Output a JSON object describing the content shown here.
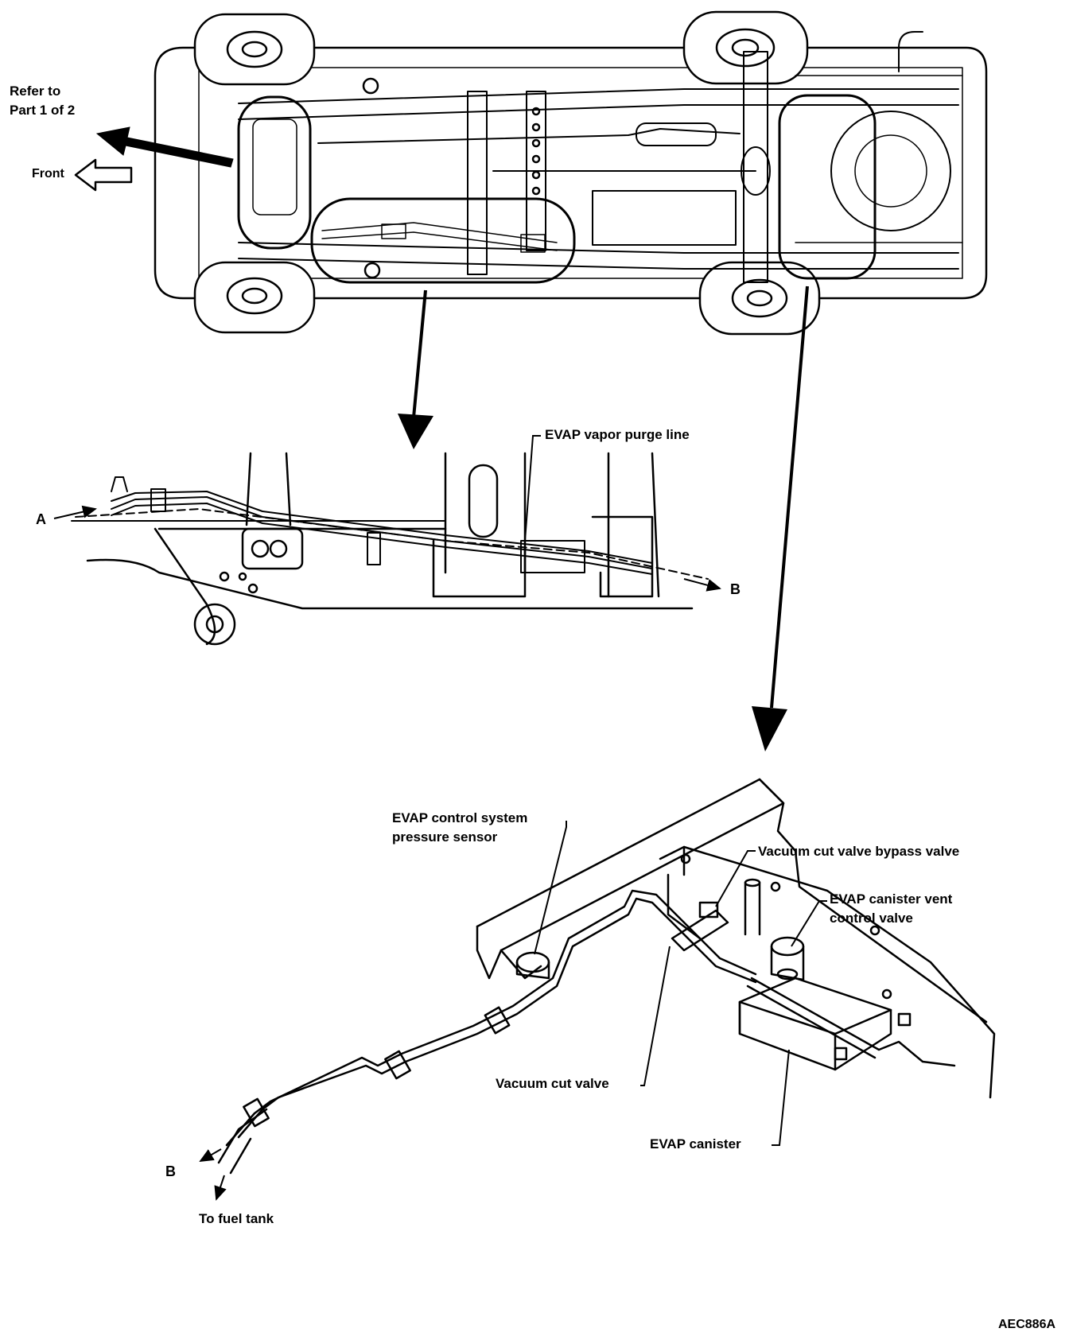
{
  "labels": {
    "refer_line1": "Refer to",
    "refer_line2": "Part 1 of 2",
    "front": "Front",
    "vapor_purge_line": "EVAP vapor purge line",
    "point_a": "A",
    "point_b_mid": "B",
    "pressure_sensor_line1": "EVAP control system",
    "pressure_sensor_line2": "pressure sensor",
    "bypass_valve": "Vacuum cut valve bypass valve",
    "vent_valve_line1": "EVAP canister vent",
    "vent_valve_line2": "control valve",
    "vacuum_cut_valve": "Vacuum cut valve",
    "canister": "EVAP canister",
    "point_b_bottom": "B",
    "to_fuel_tank": "To fuel tank",
    "figure_code": "AEC886A"
  }
}
